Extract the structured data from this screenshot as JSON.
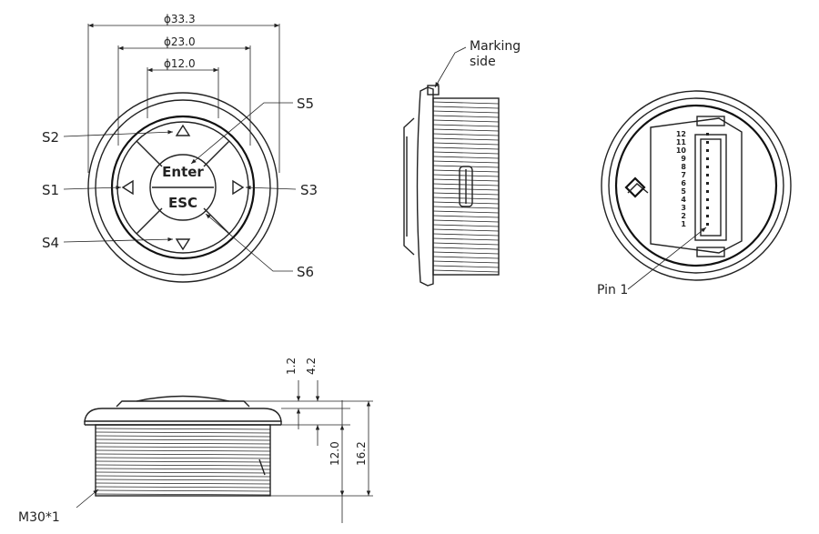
{
  "front_view": {
    "dim_outer": "ϕ33.3",
    "dim_middle": "ϕ23.0",
    "dim_inner": "ϕ12.0",
    "key_enter": "Enter",
    "key_esc": "ESC",
    "labels": {
      "s1": "S1",
      "s2": "S2",
      "s3": "S3",
      "s4": "S4",
      "s5": "S5",
      "s6": "S6"
    }
  },
  "side_view": {
    "marking_line1": "Marking",
    "marking_line2": "side"
  },
  "back_view": {
    "pin_numbers": [
      "12",
      "11",
      "10",
      "9",
      "8",
      "7",
      "6",
      "5",
      "4",
      "3",
      "2",
      "1"
    ],
    "pin_label": "Pin 1"
  },
  "profile_view": {
    "dim_1_2": "1.2",
    "dim_4_2": "4.2",
    "dim_12_0": "12.0",
    "dim_16_2": "16.2",
    "thread_label": "M30*1"
  }
}
